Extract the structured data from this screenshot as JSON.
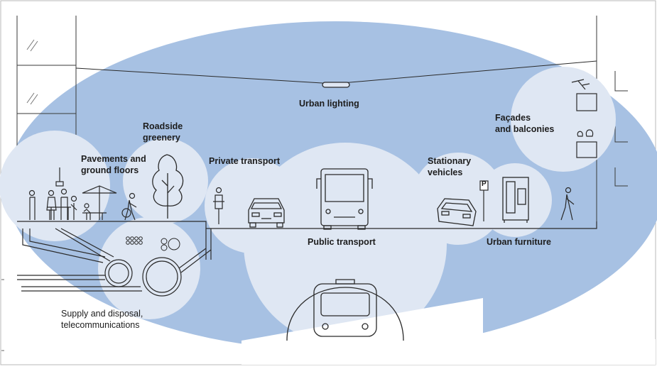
{
  "labels": {
    "urban_lighting": "Urban lighting",
    "roadside_greenery": [
      "Roadside",
      "greenery"
    ],
    "pavements": [
      "Pavements and",
      "ground floors"
    ],
    "private_transport": "Private transport",
    "public_transport": "Public transport",
    "stationary_vehicles": [
      "Stationary",
      "vehicles"
    ],
    "facades": [
      "Façades",
      "and balconies"
    ],
    "urban_furniture": "Urban furniture",
    "supply": [
      "Supply and disposal,",
      "telecommunications"
    ],
    "parking_sign": "P"
  },
  "colors": {
    "ellipse": "#a7c1e3",
    "bubble": "#dfe7f3",
    "line": "#2a2a2a",
    "frame": "#b9b9b9"
  },
  "icons": [
    "street-lamp-icon",
    "tree-icon",
    "cyclist-icon",
    "car-icon",
    "bus-icon",
    "tram-icon",
    "parked-car-icon",
    "parking-sign-icon",
    "kiosk-icon",
    "plant-pot-icon",
    "pedestrian-icon",
    "cafe-umbrella-icon",
    "pipe-icon"
  ]
}
